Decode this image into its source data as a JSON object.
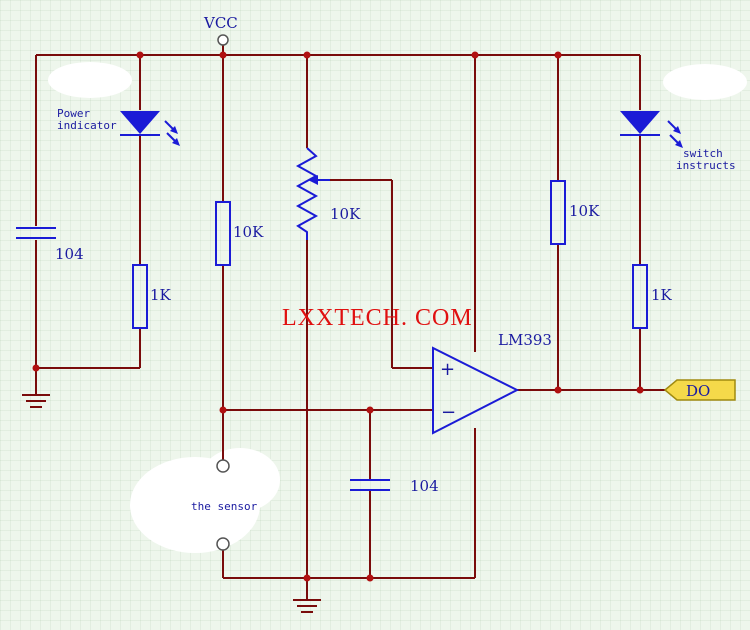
{
  "labels": {
    "vcc": "VCC",
    "power_indicator_line1": "Power",
    "power_indicator_line2": "indicator",
    "switch_line1": "switch",
    "switch_line2": "instructs",
    "cap_left": "104",
    "cap_bottom": "104",
    "res_led_left": "1K",
    "res_pullup_left": "10K",
    "pot": "10K",
    "res_pullup_right": "10K",
    "res_led_right": "1K",
    "chip": "LM393",
    "sensor": "the sensor",
    "output": "DO",
    "plus": "+",
    "minus": "−"
  },
  "watermark": "LXXTECH. COM",
  "colors": {
    "wire": "#7a0b0b",
    "component": "#1b1bd6",
    "text": "#1a1aa0",
    "watermark": "#e01010",
    "do_tag": "#f5d94a"
  }
}
